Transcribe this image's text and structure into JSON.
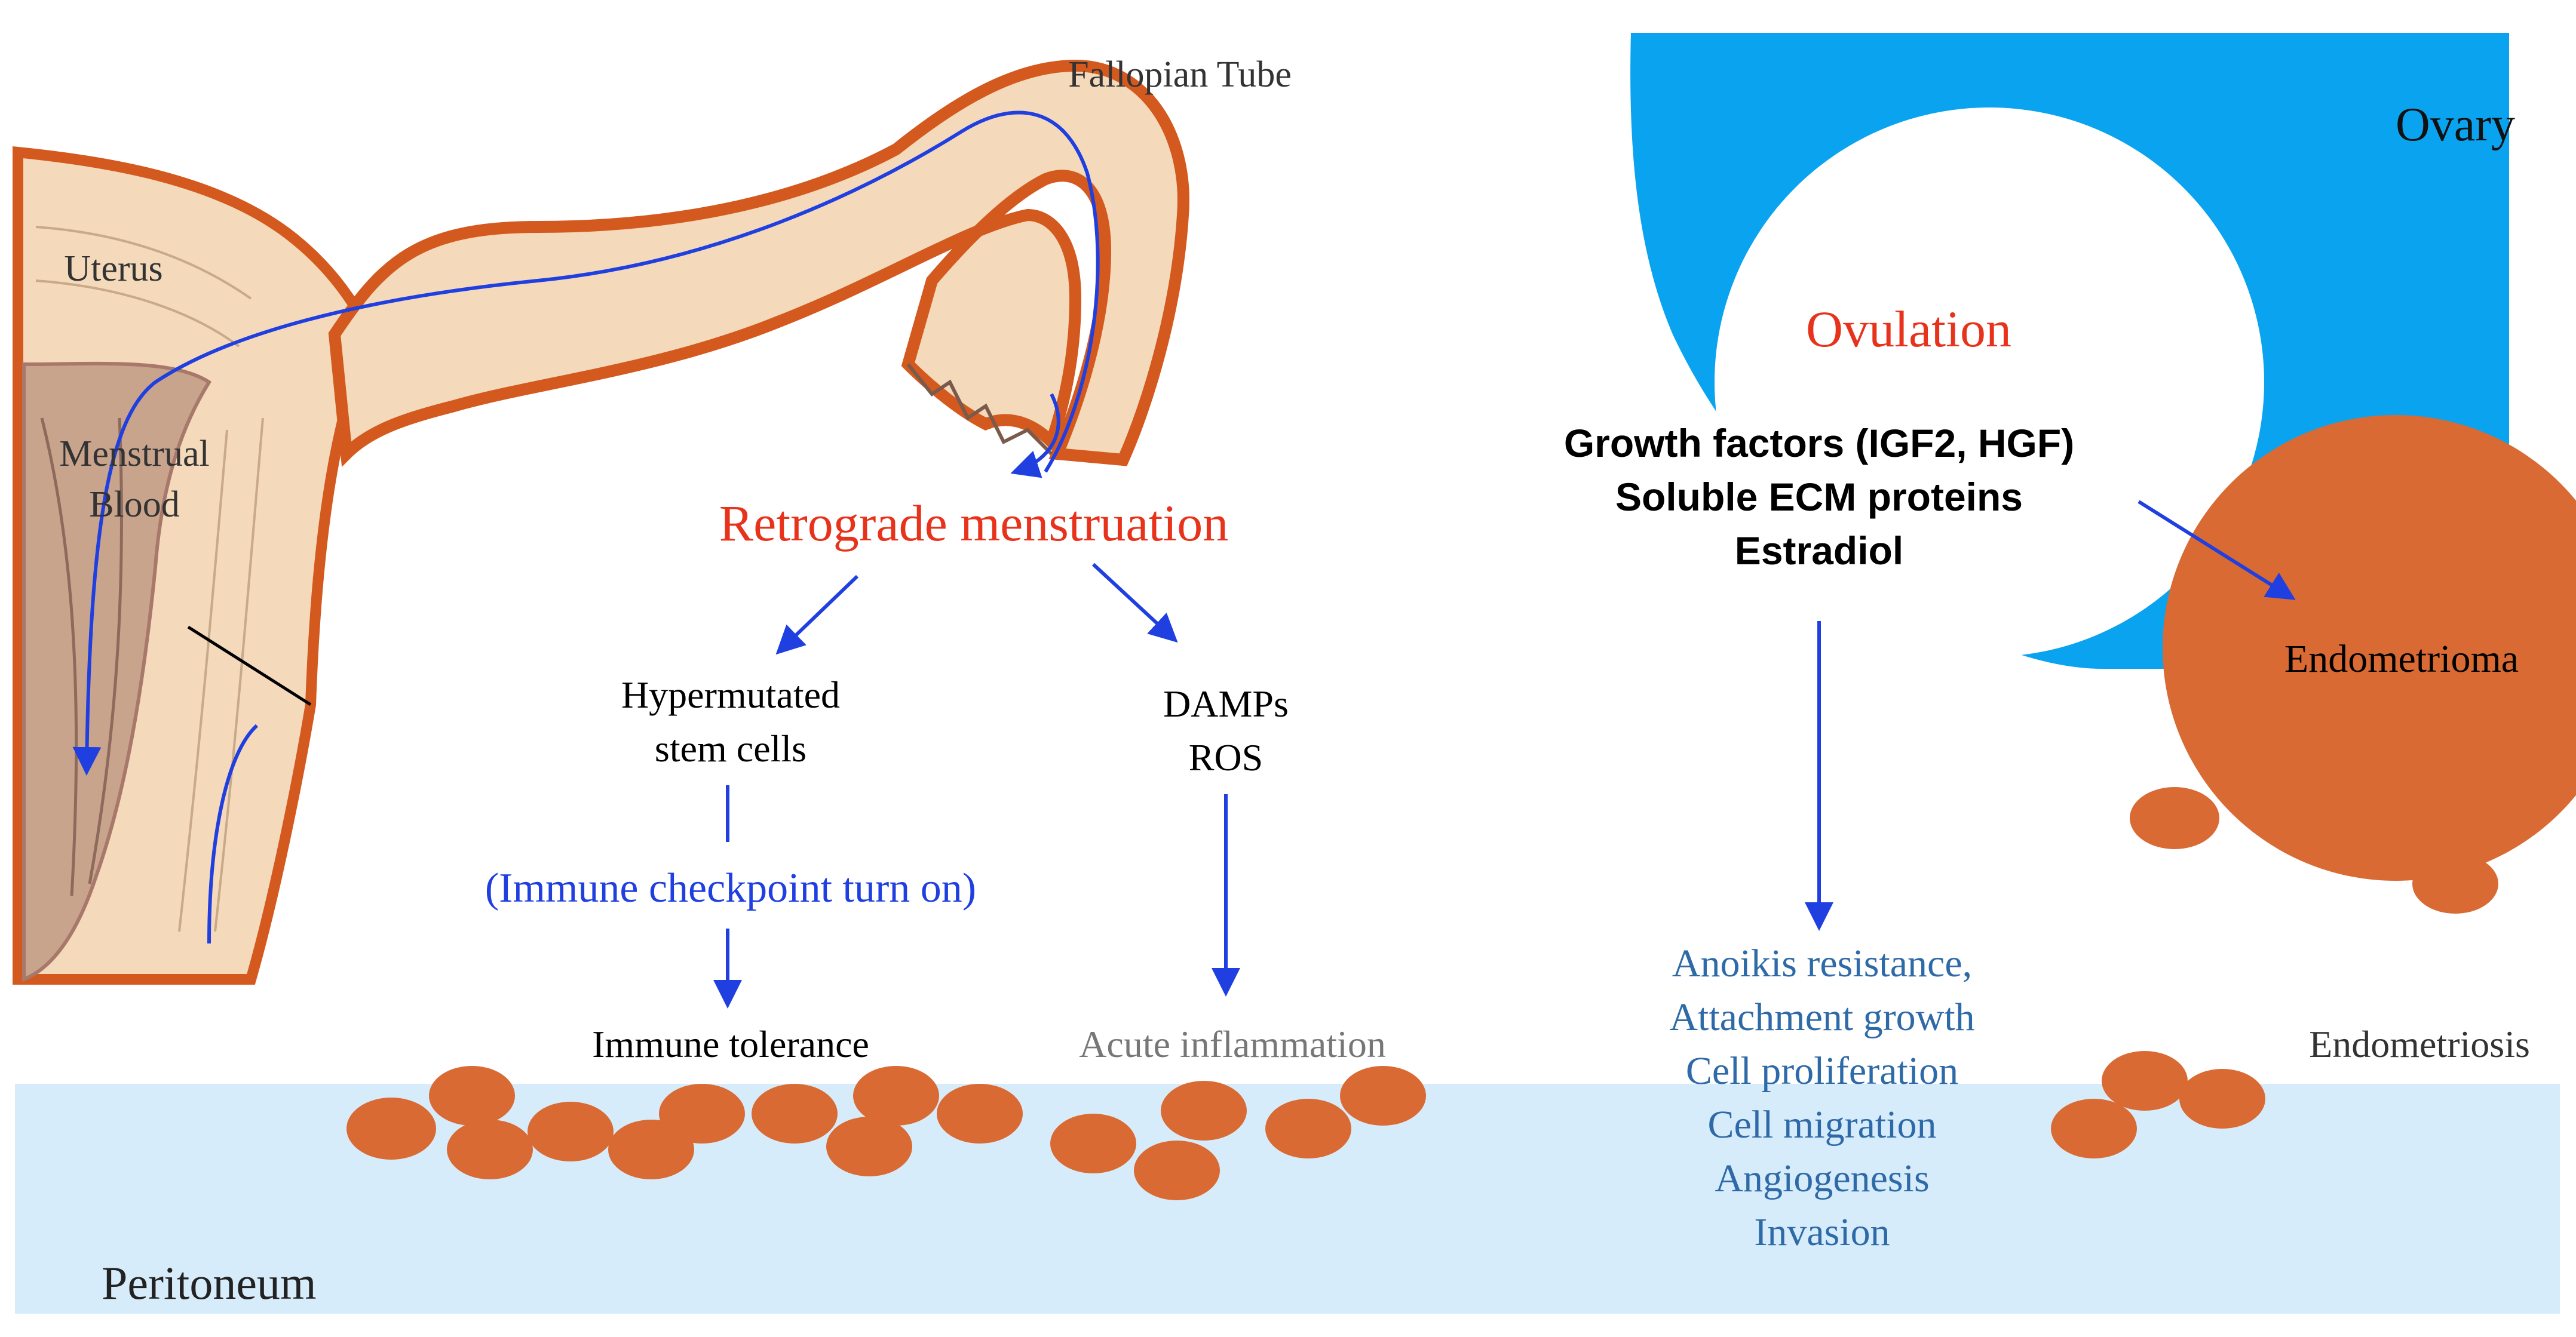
{
  "colors": {
    "accent_red": "#e8331c",
    "arrow_blue": "#1f3fe0",
    "label_blue": "#2f6aa8",
    "ovary_blue": "#0aa3ef",
    "peritoneum_blue": "#d7ecfa",
    "lesion_orange": "#d96a33",
    "tissue_beige": "#f4d9bb",
    "tissue_edge": "#d4591f"
  },
  "labels": {
    "fallopian_tube": "Fallopian Tube",
    "uterus": "Uterus",
    "menstrual_line1": "Menstrual",
    "menstrual_line2": "Blood",
    "retrograde": "Retrograde menstruation",
    "hypermutated_line1": "Hypermutated",
    "hypermutated_line2": "stem cells",
    "immune_checkpoint": "(Immune checkpoint turn on)",
    "immune_tolerance": "Immune tolerance",
    "damps": "DAMPs",
    "ros": "ROS",
    "acute_inflammation": "Acute inflammation",
    "peritoneum": "Peritoneum",
    "ovary": "Ovary",
    "ovulation": "Ovulation",
    "growth_factors": "Growth factors (IGF2, HGF)",
    "soluble_ecm": "Soluble ECM proteins",
    "estradiol": "Estradiol",
    "endometrioma": "Endometrioma",
    "endometriosis": "Endometriosis",
    "outcomes": [
      "Anoikis resistance,",
      "Attachment growth",
      "Cell proliferation",
      "Cell migration",
      "Angiogenesis",
      "Invasion"
    ]
  }
}
